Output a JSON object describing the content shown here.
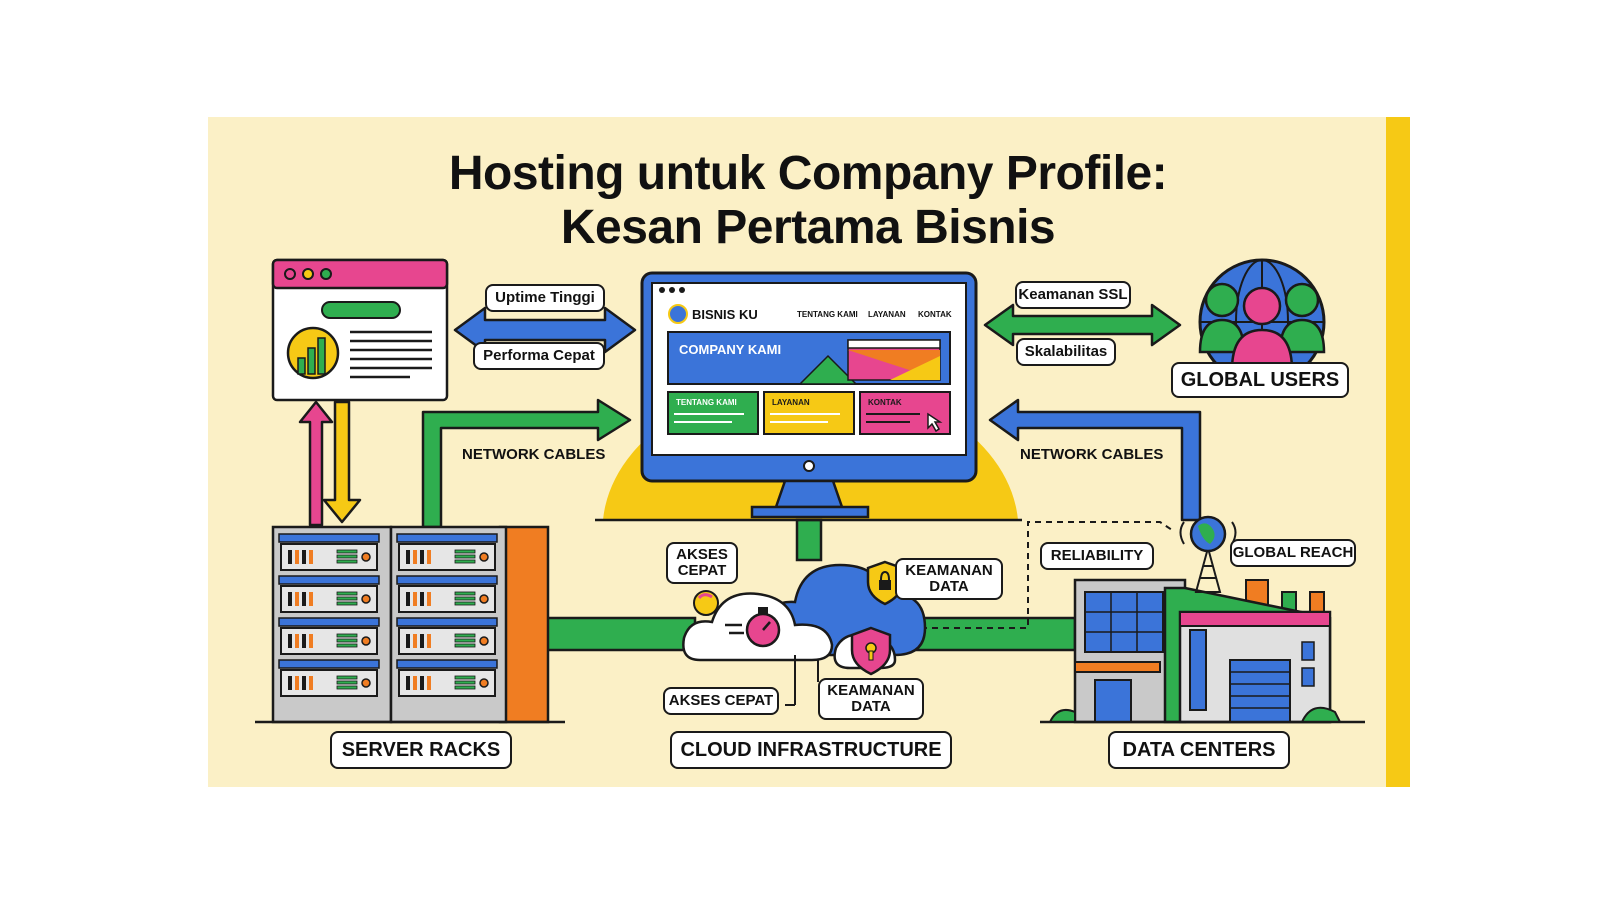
{
  "title": {
    "line1": "Hosting untuk Company Profile:",
    "line2": "Kesan Pertama Bisnis"
  },
  "colors": {
    "background": "#fbf0c6",
    "accent_stripe": "#f6c915",
    "blue": "#3b74d9",
    "green": "#2fae4f",
    "pink": "#e7468f",
    "yellow": "#f6c915",
    "orange": "#f07d22",
    "outline": "#1a1a1a"
  },
  "arrow_labels": {
    "uptime": "Uptime Tinggi",
    "performance": "Performa Cepat",
    "ssl": "Keamanan SSL",
    "scalability": "Skalabilitas",
    "network_left": "NETWORK CABLES",
    "network_right": "NETWORK CABLES"
  },
  "website": {
    "brand": "BISNIS KU",
    "nav": [
      "TENTANG KAMI",
      "LAYANAN",
      "KONTAK"
    ],
    "hero": "COMPANY KAMI",
    "cards": [
      "TENTANG KAMI",
      "LAYANAN",
      "KONTAK"
    ]
  },
  "cloud_labels": {
    "fast_access_top": "AKSES CEPAT",
    "data_security_top": "KEAMANAN DATA",
    "fast_access_bottom": "AKSES CEPAT",
    "data_security_bottom": "KEAMANAN DATA"
  },
  "datacenter_labels": {
    "reliability": "RELIABILITY",
    "global_reach": "GLOBAL REACH"
  },
  "section_labels": {
    "global_users": "GLOBAL USERS",
    "server_racks": "SERVER RACKS",
    "cloud": "CLOUD INFRASTRUCTURE",
    "data_centers": "DATA CENTERS"
  },
  "icons": [
    "dashboard-window-icon",
    "monitor-icon",
    "globe-users-icon",
    "server-rack-icon",
    "cloud-icon",
    "stopwatch-icon",
    "shield-lock-icon",
    "building-icon",
    "antenna-globe-icon"
  ]
}
